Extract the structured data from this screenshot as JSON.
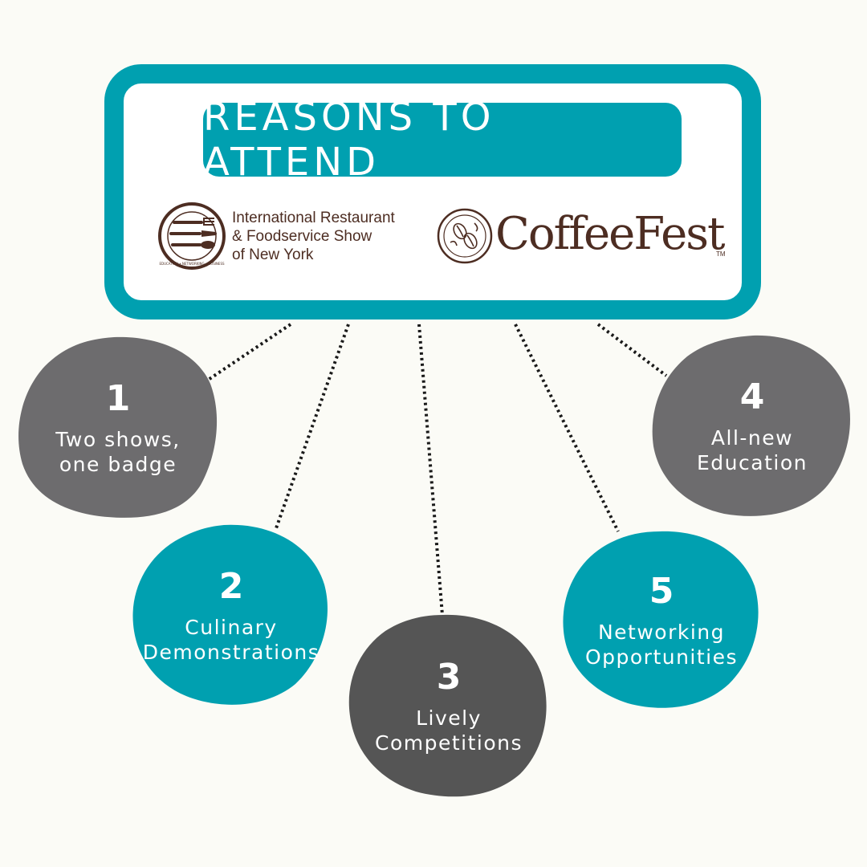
{
  "header": {
    "title": "REASONS TO ATTEND",
    "logo_restaurant": {
      "line1": "International Restaurant",
      "line2": "& Foodservice Show",
      "line3": "of New York",
      "ring_text": "EDUCATION • NETWORKING • BUSINESS"
    },
    "logo_coffee": {
      "name": "CoffeeFest",
      "tm": "TM"
    }
  },
  "reasons": [
    {
      "number": "1",
      "line1": "Two shows,",
      "line2": "one badge",
      "color": "#6d6c6e"
    },
    {
      "number": "2",
      "line1": "Culinary",
      "line2": "Demonstrations",
      "color": "#00a0b0"
    },
    {
      "number": "3",
      "line1": "Lively",
      "line2": "Competitions",
      "color": "#555555"
    },
    {
      "number": "4",
      "line1": "All-new",
      "line2": "Education",
      "color": "#6d6c6e"
    },
    {
      "number": "5",
      "line1": "Networking",
      "line2": "Opportunities",
      "color": "#00a0b0"
    }
  ],
  "colors": {
    "teal": "#00a0b0",
    "brown": "#4d2d22",
    "background": "#fbfbf6"
  }
}
